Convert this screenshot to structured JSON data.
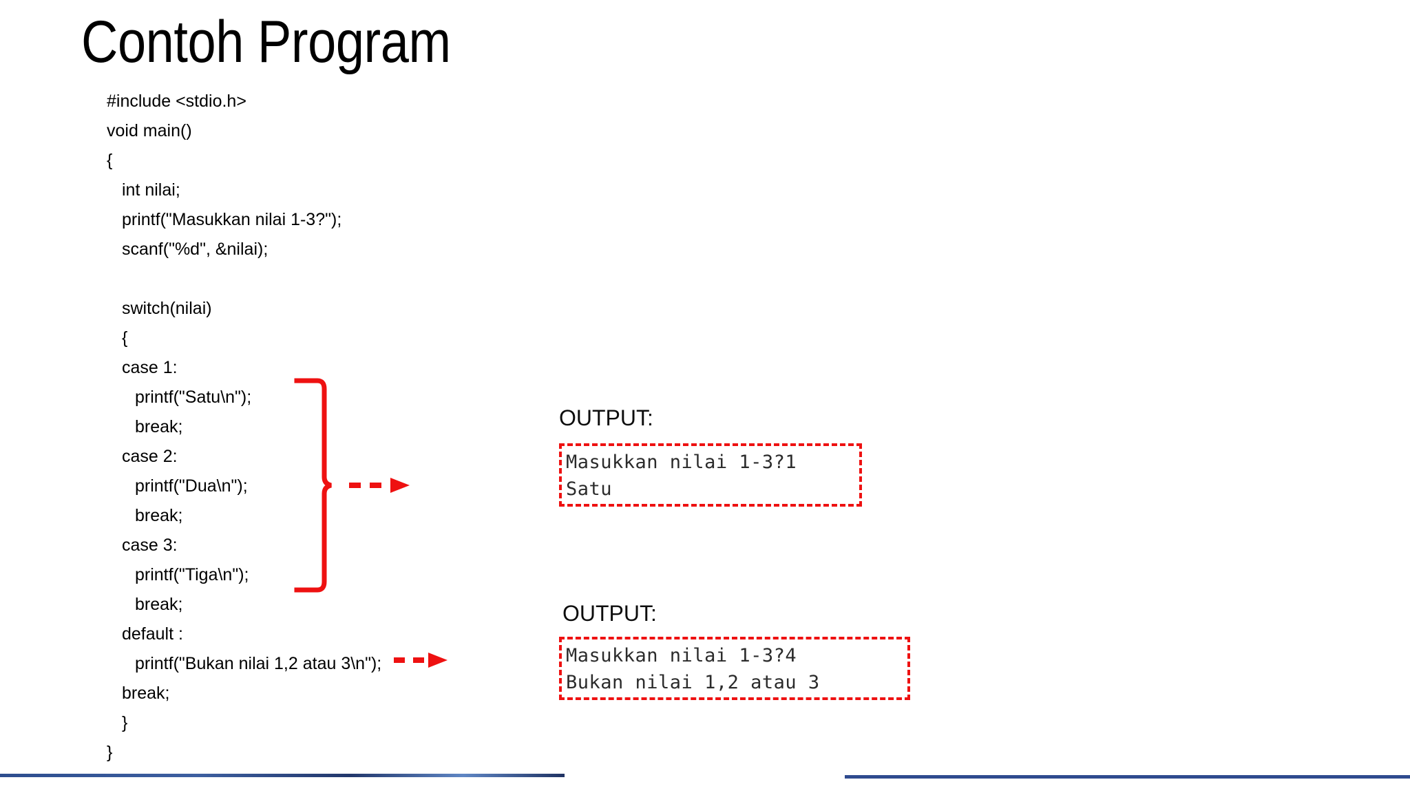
{
  "slide": {
    "title": "Contoh Program",
    "background_color": "#ffffff",
    "accent_red": "#ee1111",
    "accent_blue": "#2f4b8f"
  },
  "code": {
    "lines": [
      {
        "text": "#include <stdio.h>",
        "indent": 0
      },
      {
        "text": "void main()",
        "indent": 0
      },
      {
        "text": "{",
        "indent": 0
      },
      {
        "text": "int nilai;",
        "indent": 1
      },
      {
        "text": "printf(\"Masukkan nilai 1-3?\");",
        "indent": 1
      },
      {
        "text": "scanf(\"%d\", &nilai);",
        "indent": 1
      },
      {
        "text": "",
        "indent": 0
      },
      {
        "text": "switch(nilai)",
        "indent": 1
      },
      {
        "text": "{",
        "indent": 1
      },
      {
        "text": "case 1:",
        "indent": 1
      },
      {
        "text": "printf(\"Satu\\n\");",
        "indent": 2
      },
      {
        "text": "break;",
        "indent": 2
      },
      {
        "text": "case 2:",
        "indent": 1
      },
      {
        "text": "printf(\"Dua\\n\");",
        "indent": 2
      },
      {
        "text": "break;",
        "indent": 2
      },
      {
        "text": "case 3:",
        "indent": 1
      },
      {
        "text": "printf(\"Tiga\\n\");",
        "indent": 2
      },
      {
        "text": "break;",
        "indent": 2
      },
      {
        "text": "default :",
        "indent": 1
      },
      {
        "text": "printf(\"Bukan nilai 1,2 atau 3\\n\");",
        "indent": 2
      },
      {
        "text": "break;",
        "indent": 1
      },
      {
        "text": "}",
        "indent": 1
      },
      {
        "text": "}",
        "indent": 0
      }
    ]
  },
  "annotations": {
    "brace_label": "switch-cases-brace",
    "arrow_top_label": "arrow-to-output-one",
    "arrow_bottom_label": "arrow-to-output-two"
  },
  "outputs": [
    {
      "label": "OUTPUT:",
      "lines": [
        "Masukkan nilai 1-3?1",
        "Satu"
      ]
    },
    {
      "label": "OUTPUT:",
      "lines": [
        "Masukkan nilai 1-3?4",
        "Bukan nilai 1,2 atau 3"
      ]
    }
  ]
}
